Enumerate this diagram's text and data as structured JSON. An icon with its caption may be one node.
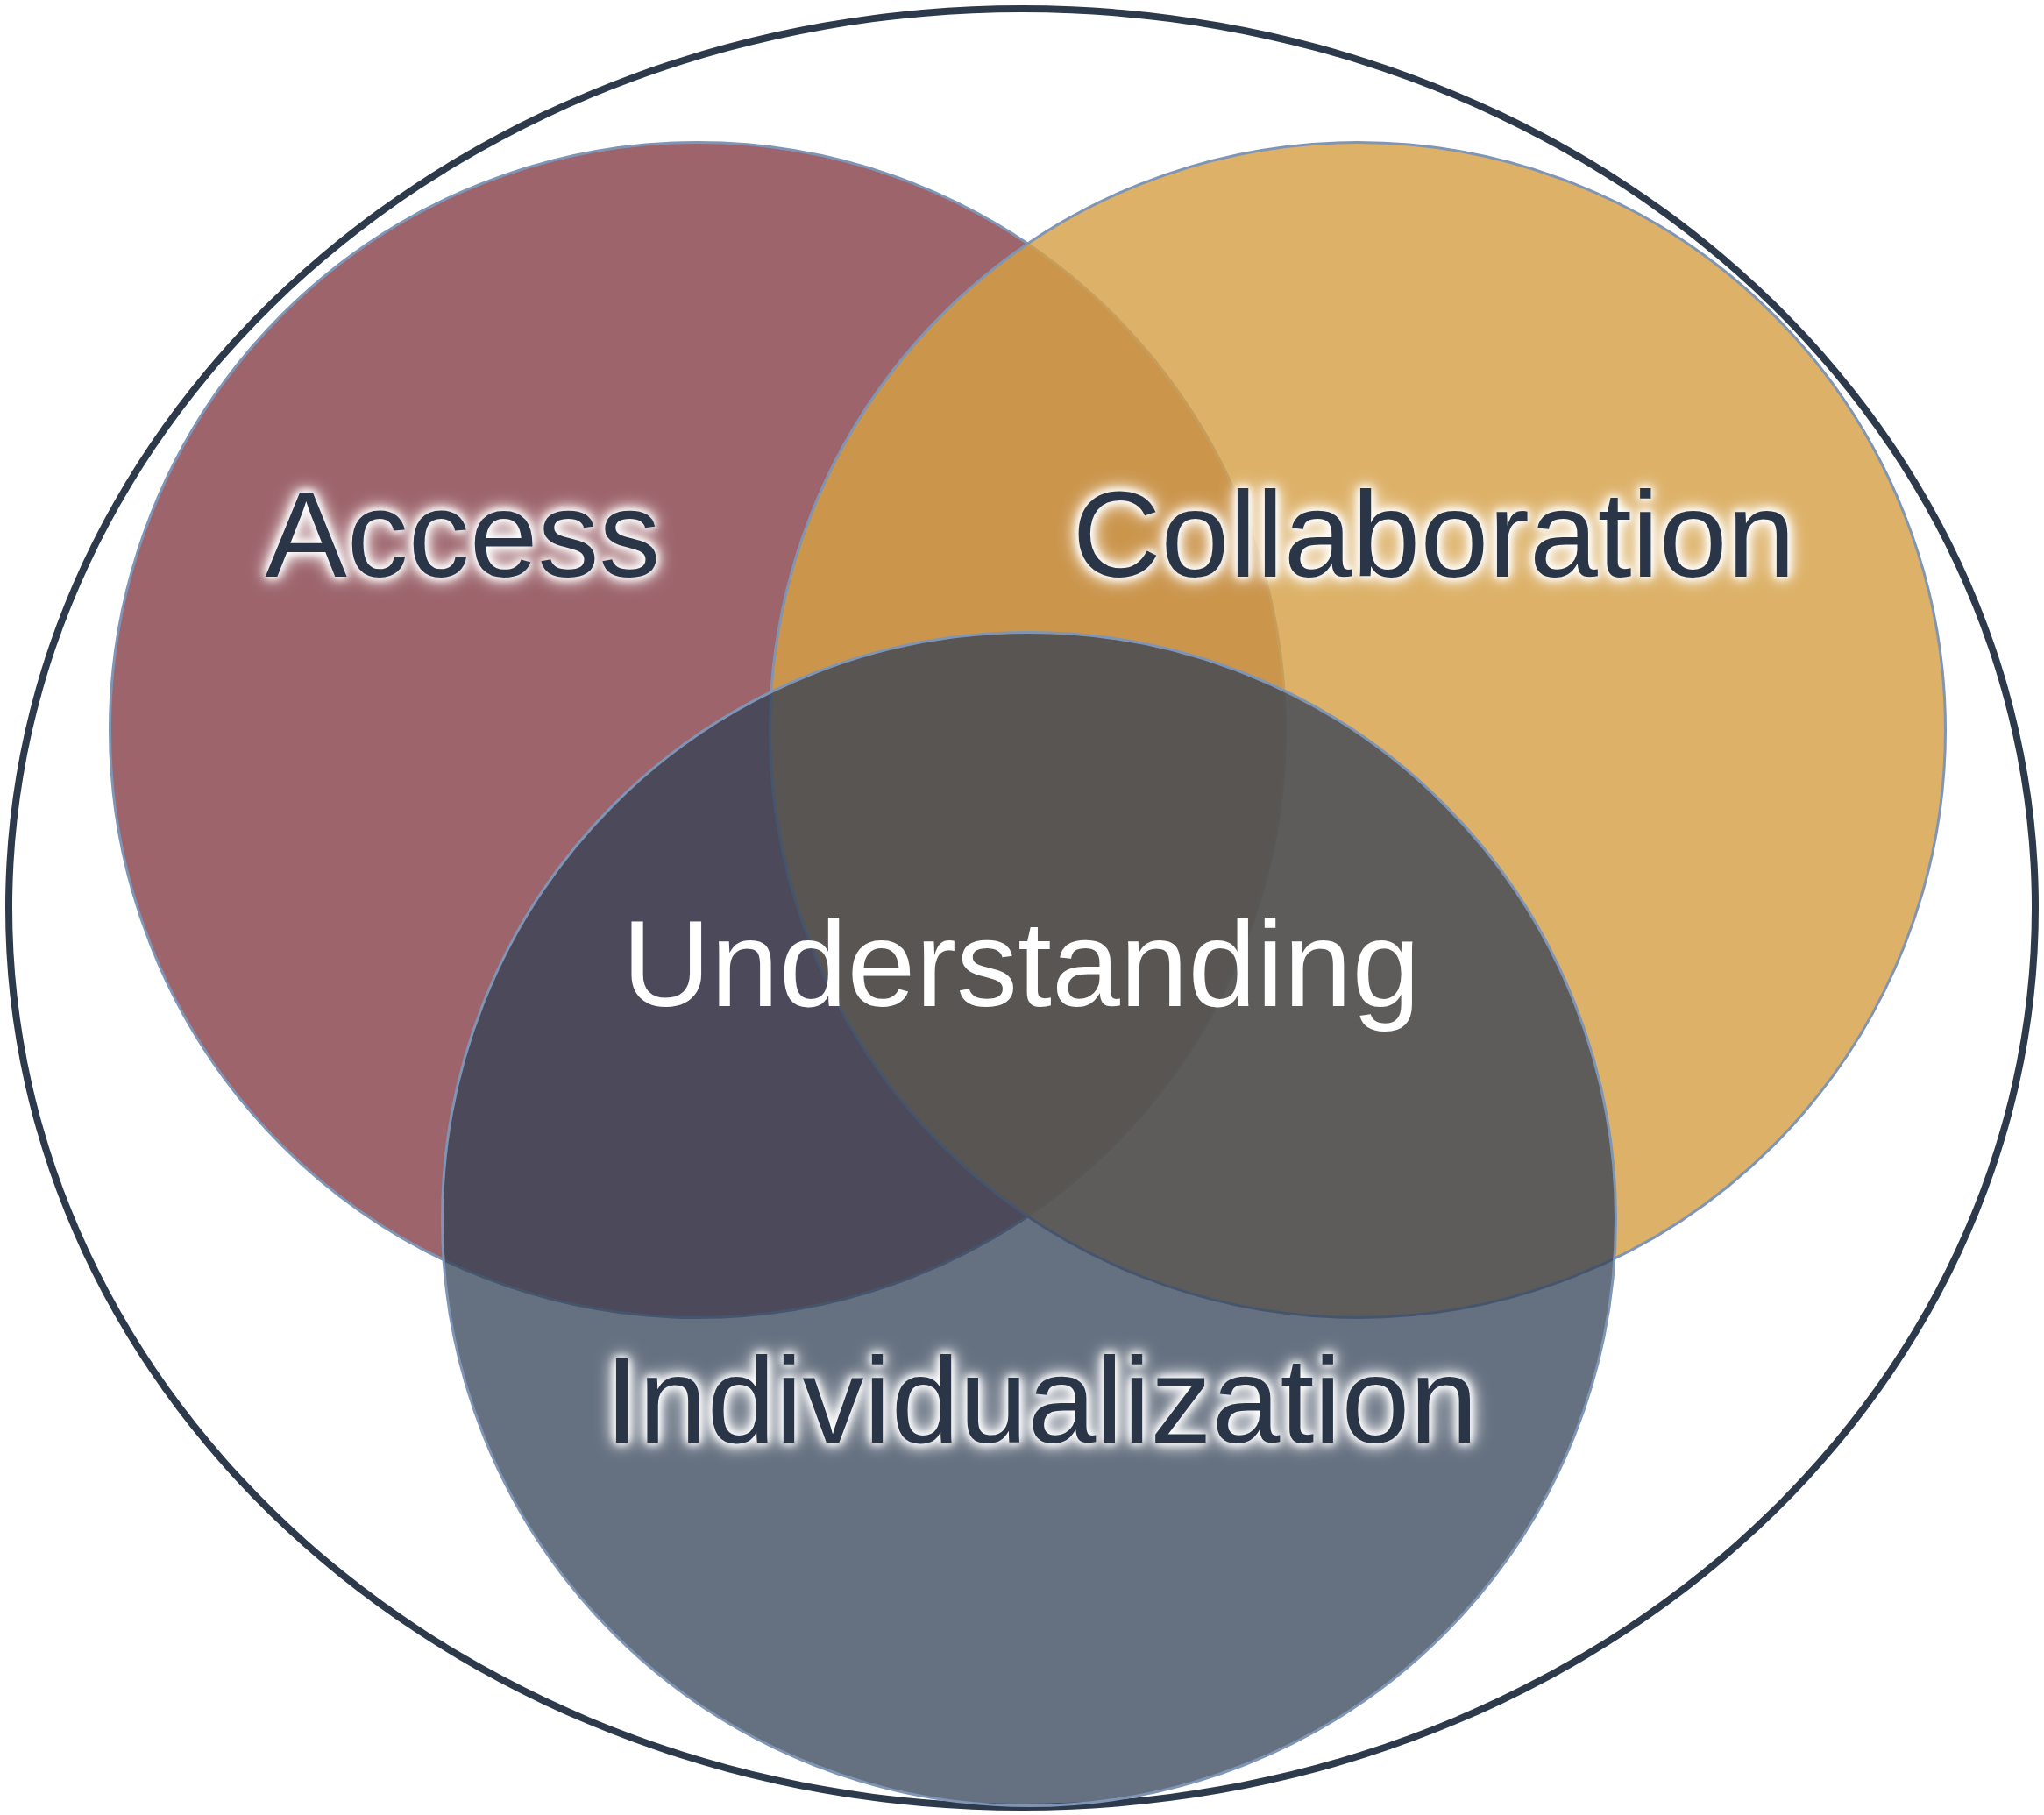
{
  "diagram": {
    "nodes": [
      {
        "text": [],
        "shape": "circle"
      },
      {
        "text": [
          "Access"
        ],
        "in": 0
      },
      {
        "text": [
          "Collaboration"
        ],
        "in": 0
      },
      {
        "text": [
          "Individualization"
        ],
        "in": 0
      }
    ],
    "labels": [
      "Understanding"
    ]
  }
}
